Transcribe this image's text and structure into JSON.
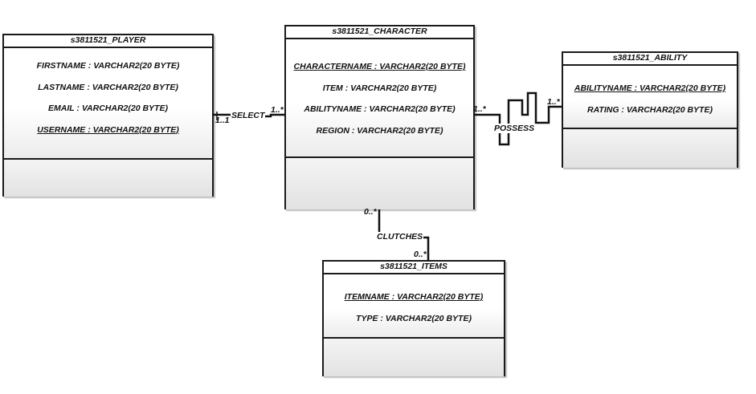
{
  "entities": {
    "player": {
      "name": "s3811521_PLAYER",
      "attributes": [
        {
          "text": "FIRSTNAME : VARCHAR2(20 BYTE)",
          "pk": false
        },
        {
          "text": "LASTNAME : VARCHAR2(20 BYTE)",
          "pk": false
        },
        {
          "text": "EMAIL : VARCHAR2(20 BYTE)",
          "pk": false
        },
        {
          "text": "USERNAME : VARCHAR2(20 BYTE)",
          "pk": true
        }
      ]
    },
    "character": {
      "name": "s3811521_CHARACTER",
      "attributes": [
        {
          "text": "CHARACTERNAME : VARCHAR2(20 BYTE)",
          "pk": true
        },
        {
          "text": "ITEM : VARCHAR2(20 BYTE)",
          "pk": false
        },
        {
          "text": "ABILITYNAME : VARCHAR2(20 BYTE)",
          "pk": false
        },
        {
          "text": "REGION : VARCHAR2(20 BYTE)",
          "pk": false
        }
      ]
    },
    "ability": {
      "name": "s3811521_ABILITY",
      "attributes": [
        {
          "text": "ABILITYNAME : VARCHAR2(20 BYTE)",
          "pk": true
        },
        {
          "text": "RATING : VARCHAR2(20 BYTE)",
          "pk": false
        }
      ]
    },
    "items": {
      "name": "s3811521_ITEMS",
      "attributes": [
        {
          "text": "ITEMNAME : VARCHAR2(20 BYTE)",
          "pk": true
        },
        {
          "text": "TYPE : VARCHAR2(20 BYTE)",
          "pk": false
        }
      ]
    }
  },
  "relationships": {
    "select": {
      "label": "SELECT",
      "player_end": "1..1",
      "character_end": "1..*"
    },
    "possess": {
      "label": "POSSESS",
      "character_end": "1..*",
      "ability_end": "1..*"
    },
    "clutches": {
      "label": "CLUTCHES",
      "character_end": "0..*",
      "items_end": "0..*"
    }
  }
}
